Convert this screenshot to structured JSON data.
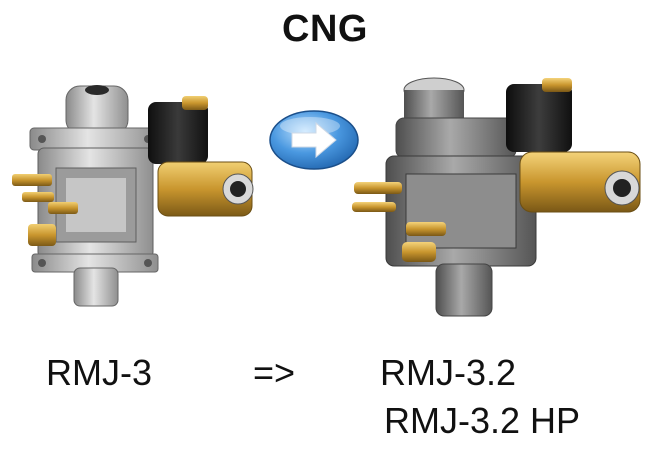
{
  "title": "CNG",
  "products": {
    "old_name": "RMJ-3",
    "arrow_text": "=>",
    "new_names": [
      "RMJ-3.2",
      "RMJ-3.2 HP"
    ]
  },
  "icons": {
    "transition_arrow": "arrow-right-icon"
  },
  "colors": {
    "arrow_blue": "#2f7fd0",
    "brass": "#c9962e",
    "solenoid_black": "#1c1c1c",
    "aluminium": "#b8b8b8",
    "dark_metal": "#707070"
  }
}
